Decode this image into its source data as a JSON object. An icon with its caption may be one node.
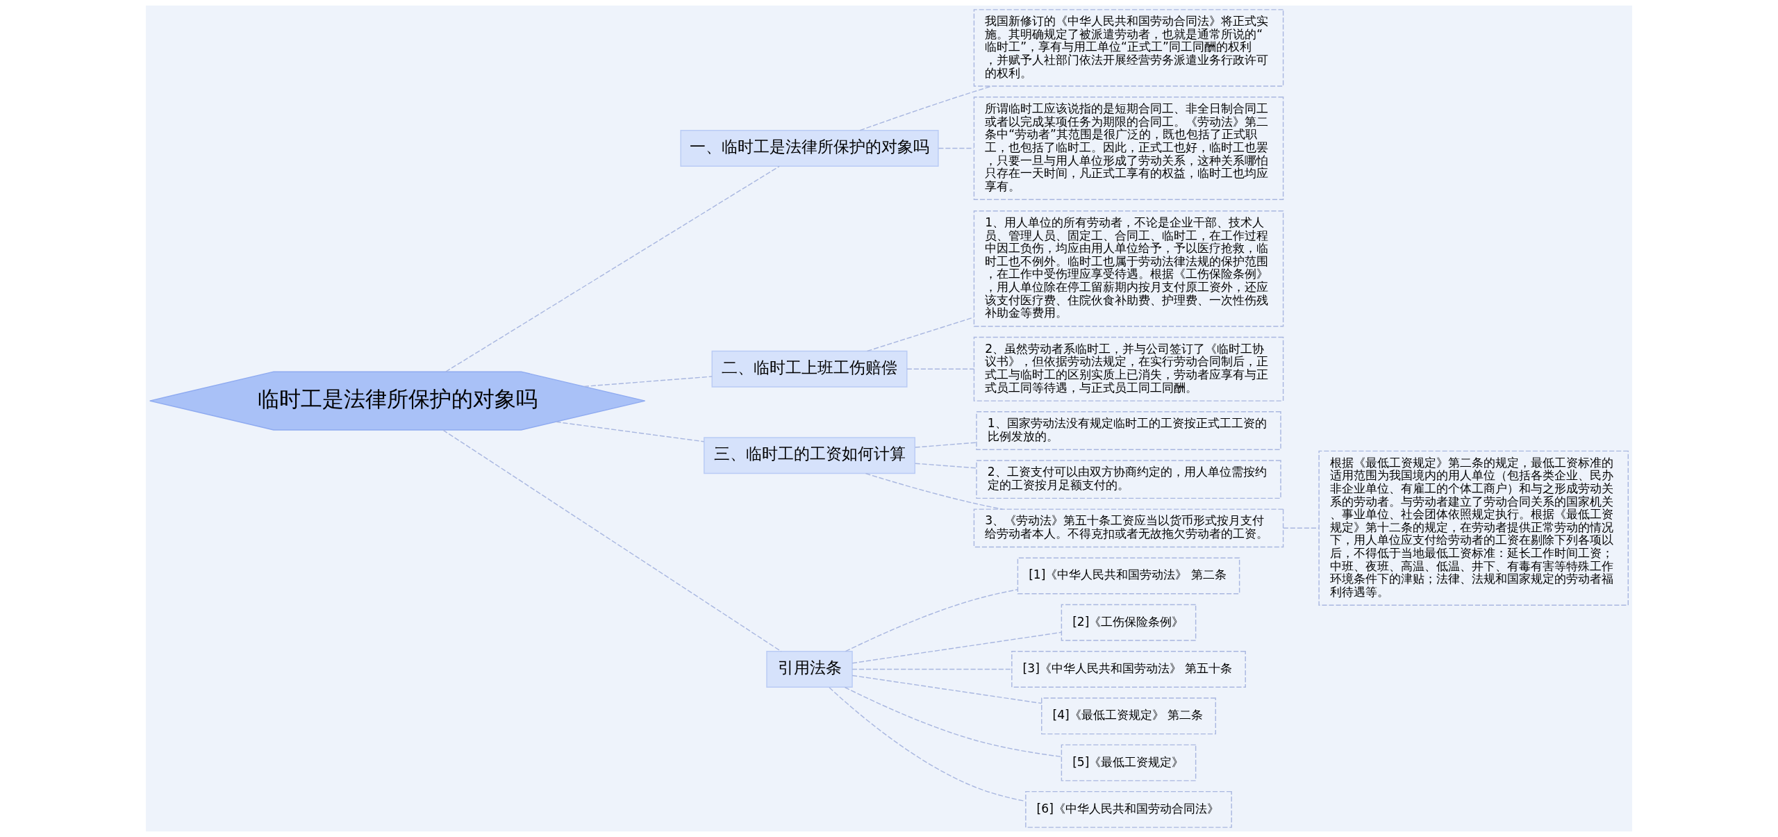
{
  "diagram": {
    "nodes": [
      {
        "text": [
          "临时工是法律所保护的对象吗"
        ]
      },
      {
        "text": [
          "一、临时工是法律所保护的对象吗"
        ]
      },
      {
        "text": [
          "我国新修订的《中华人民共和国劳动合同法》将正式实施。其明确规定了被派遣劳动者，也就是通常所说的“临时工”，享有与用工单位“正式工”同工同酬的权利，并赋予人社部门依法开展经营劳务派遣业务行政许可的权利。"
        ]
      },
      {
        "text": [
          "所谓临时工应该说指的是短期合同工、非全日制合同工或者以完成某项任务为期限的合同工。《劳动法》第二条中“劳动者”其范围是很广泛的，既也包括了正式职工，也包括了临时工。因此，正式工也好，临时工也罢，只要一旦与用人单位形成了劳动关系，这种关系哪怕只存在一天时间，凡正式工享有的权益，临时工也均应享有。"
        ]
      },
      {
        "text": [
          "二、临时工上班工伤赔偿"
        ]
      },
      {
        "text": [
          "1、用人单位的所有劳动者，不论是企业干部、技术人员、管理人员、固定工、合同工、临时工，在工作过程中因工负伤，均应由用人单位给予，予以医疗抢救，临时工也不例外。临时工也属于劳动法律法规的保护范围，在工作中受伤理应享受待遇。根据《工伤保险条例》，用人单位除在停工留薪期内按月支付原工资外，还应该支付医疗费、住院伙食补助费、护理费、一次性伤残补助金等费用。"
        ]
      },
      {
        "text": [
          "2、虽然劳动者系临时工，并与公司签订了《临时工协议书》，但依据劳动法规定，在实行劳动合同制后，正式工与临时工的区别实质上已消失，劳动者应享有与正式员工同等待遇，与正式员工同工同酬。"
        ]
      },
      {
        "text": [
          "三、临时工的工资如何计算"
        ]
      },
      {
        "text": [
          "1、国家劳动法没有规定临时工的工资按正式工工资的比例发放的。"
        ]
      },
      {
        "text": [
          "2、工资支付可以由双方协商约定的，用人单位需按约定的工资按月足额支付的。"
        ]
      },
      {
        "text": [
          "3、《劳动法》第五十条工资应当以货币形式按月支付给劳动者本人。不得克扣或者无故拖欠劳动者的工资。"
        ]
      },
      {
        "text": [
          "根据《最低工资规定》第二条的规定，最低工资标准的适用范围为我国境内的用人单位（包括各类企业、民办非企业单位、有雇工的个体工商户）和与之形成劳动关系的劳动者。与劳动者建立了劳动合同关系的国家机关、事业单位、社会团体依照规定执行。根据《最低工资规定》第十二条的规定，在劳动者提供正常劳动的情况下，用人单位应支付给劳动者的工资在剔除下列各项以后，不得低于当地最低工资标准：延长工作时间工资；中班、夜班、高温、低温、井下、有毒有害等特殊工作环境条件下的津贴；法律、法规和国家规定的劳动者福利待遇等。"
        ]
      },
      {
        "text": [
          "引用法条"
        ]
      },
      {
        "text": [
          "[1]《中华人民共和国劳动法》 第二条"
        ]
      },
      {
        "text": [
          "[2]《工伤保险条例》"
        ]
      },
      {
        "text": [
          "[3]《中华人民共和国劳动法》 第五十条"
        ]
      },
      {
        "text": [
          "[4]《最低工资规定》 第二条"
        ]
      },
      {
        "text": [
          "[5]《最低工资规定》"
        ]
      },
      {
        "text": [
          "[6]《中华人民共和国劳动合同法》"
        ]
      }
    ],
    "edges": [
      {
        "from": 0,
        "to": 1,
        "arrow": "none"
      },
      {
        "from": 1,
        "to": 2,
        "arrow": "none"
      },
      {
        "from": 1,
        "to": 3,
        "arrow": "none"
      },
      {
        "from": 0,
        "to": 4,
        "arrow": "none"
      },
      {
        "from": 4,
        "to": 5,
        "arrow": "none"
      },
      {
        "from": 4,
        "to": 6,
        "arrow": "none"
      },
      {
        "from": 0,
        "to": 7,
        "arrow": "none"
      },
      {
        "from": 7,
        "to": 8,
        "arrow": "none"
      },
      {
        "from": 7,
        "to": 9,
        "arrow": "none"
      },
      {
        "from": 7,
        "to": 10,
        "arrow": "none"
      },
      {
        "from": 10,
        "to": 11,
        "arrow": "none"
      },
      {
        "from": 0,
        "to": 12,
        "arrow": "none"
      },
      {
        "from": 12,
        "to": 13,
        "arrow": "none"
      },
      {
        "from": 12,
        "to": 14,
        "arrow": "none"
      },
      {
        "from": 12,
        "to": 15,
        "arrow": "none"
      },
      {
        "from": 12,
        "to": 16,
        "arrow": "none"
      },
      {
        "from": 12,
        "to": 17,
        "arrow": "none"
      },
      {
        "from": 12,
        "to": 18,
        "arrow": "none"
      }
    ]
  }
}
